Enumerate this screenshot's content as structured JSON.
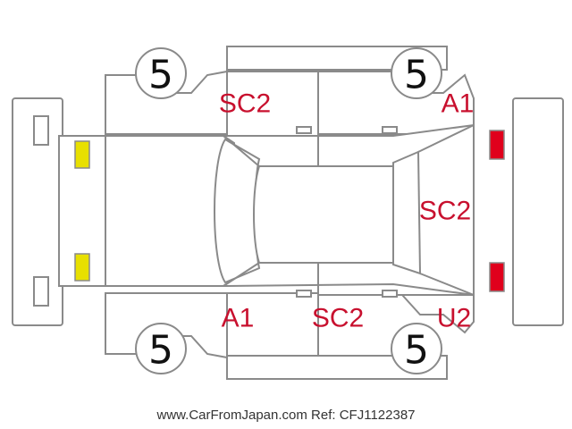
{
  "colors": {
    "outline": "#8a8a8a",
    "damage_code": "#c8102e",
    "marker_yellow": "#e8e000",
    "marker_red": "#e0001c"
  },
  "wheels": {
    "front_left": "5",
    "front_right": "5",
    "rear_left": "5",
    "rear_right": "5"
  },
  "codes": {
    "roof_top_left": "SC2",
    "top_right_corner": "A1",
    "rear_panel": "SC2",
    "bottom_left_door": "A1",
    "bottom_middle_door": "SC2",
    "bottom_right_corner": "U2"
  },
  "markers": {
    "front_lamps": "yellow",
    "rear_lamps": "red"
  },
  "footer": "www.CarFromJapan.com Ref: CFJ1122387"
}
